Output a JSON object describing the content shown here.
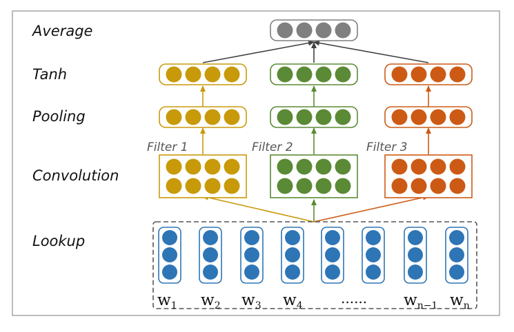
{
  "layers": {
    "average": "Average",
    "tanh": "Tanh",
    "pooling": "Pooling",
    "convolution": "Convolution",
    "lookup": "Lookup"
  },
  "filters": [
    {
      "label": "Filter 1",
      "color": "#c89a0a"
    },
    {
      "label": "Filter 2",
      "color": "#5a8a35"
    },
    {
      "label": "Filter 3",
      "color": "#cc5a15"
    }
  ],
  "average_color": "#7f7f7f",
  "lookup_color": "#2e75b6",
  "words": [
    {
      "base": "w",
      "sub": "1"
    },
    {
      "base": "w",
      "sub": "2"
    },
    {
      "base": "w",
      "sub": "3"
    },
    {
      "base": "w",
      "sub": "4"
    },
    {
      "base": "......",
      "sub": ""
    },
    {
      "base": "w",
      "sub": "n−1"
    },
    {
      "base": "w",
      "sub": "n"
    }
  ]
}
